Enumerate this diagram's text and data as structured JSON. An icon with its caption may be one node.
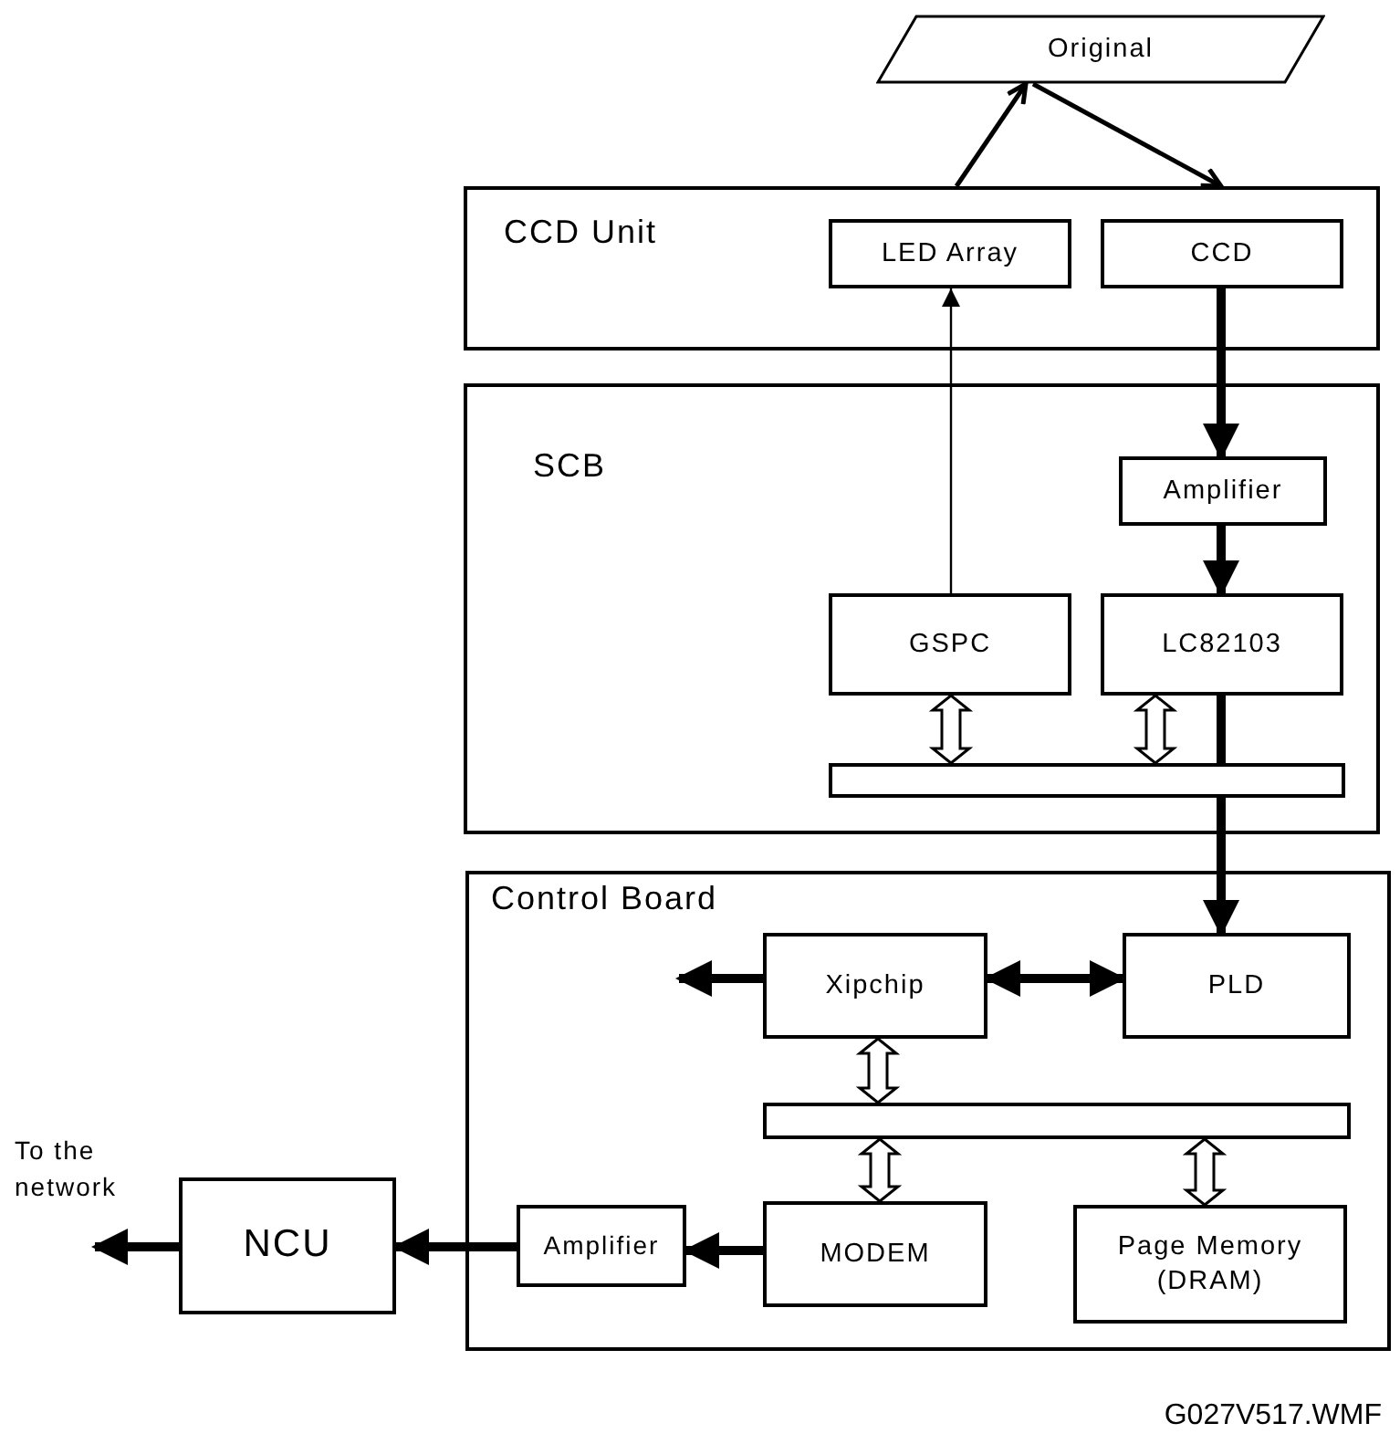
{
  "diagram": {
    "nodes": [
      {
        "text": [
          "Original"
        ]
      },
      {
        "text": [
          "CCD Unit"
        ]
      },
      {
        "text": [
          "LED Array"
        ],
        "in": 1
      },
      {
        "text": [
          "CCD"
        ],
        "in": 1
      },
      {
        "text": [
          "SCB"
        ]
      },
      {
        "text": [
          "Amplifier"
        ],
        "in": 4
      },
      {
        "text": [
          "GSPC"
        ],
        "in": 4
      },
      {
        "text": [
          "LC82103"
        ],
        "in": 4
      },
      {
        "text": [],
        "shape": "bar",
        "in": 4
      },
      {
        "text": [
          "Control Board"
        ]
      },
      {
        "text": [
          "Xipchip"
        ],
        "in": 9
      },
      {
        "text": [
          "PLD"
        ],
        "in": 9
      },
      {
        "text": [],
        "shape": "bar",
        "in": 9
      },
      {
        "text": [
          "Amplifier"
        ],
        "in": 9
      },
      {
        "text": [
          "MODEM"
        ],
        "in": 9
      },
      {
        "text": [
          "Page Memory (DRAM)"
        ],
        "in": 9
      },
      {
        "text": [
          "NCU"
        ]
      }
    ],
    "edges": [
      {
        "from": 1,
        "to": 0,
        "arrow": "to"
      },
      {
        "from": 0,
        "to": 1,
        "arrow": "to"
      },
      {
        "from": 6,
        "to": 2,
        "arrow": "to"
      },
      {
        "from": 3,
        "to": 5,
        "arrow": "to"
      },
      {
        "from": 5,
        "to": 7,
        "arrow": "to"
      },
      {
        "from": 6,
        "to": 8,
        "arrow": "both"
      },
      {
        "from": 7,
        "to": 8,
        "arrow": "both"
      },
      {
        "from": 7,
        "to": 8,
        "arrow": "none"
      },
      {
        "from": 10,
        "to": 11,
        "arrow": "both"
      },
      {
        "from": 10,
        "to": null,
        "arrow": "to"
      },
      {
        "from": 10,
        "to": 12,
        "arrow": "both"
      },
      {
        "from": 12,
        "to": 14,
        "arrow": "both"
      },
      {
        "from": 12,
        "to": 15,
        "arrow": "both"
      },
      {
        "from": 14,
        "to": 13,
        "arrow": "to"
      },
      {
        "from": 13,
        "to": 16,
        "arrow": "to"
      },
      {
        "from": 16,
        "to": null,
        "arrow": "to"
      },
      {
        "from": 8,
        "to": 11,
        "arrow": "to"
      }
    ],
    "labels": [
      "To the network",
      "G027V517.WMF"
    ]
  }
}
